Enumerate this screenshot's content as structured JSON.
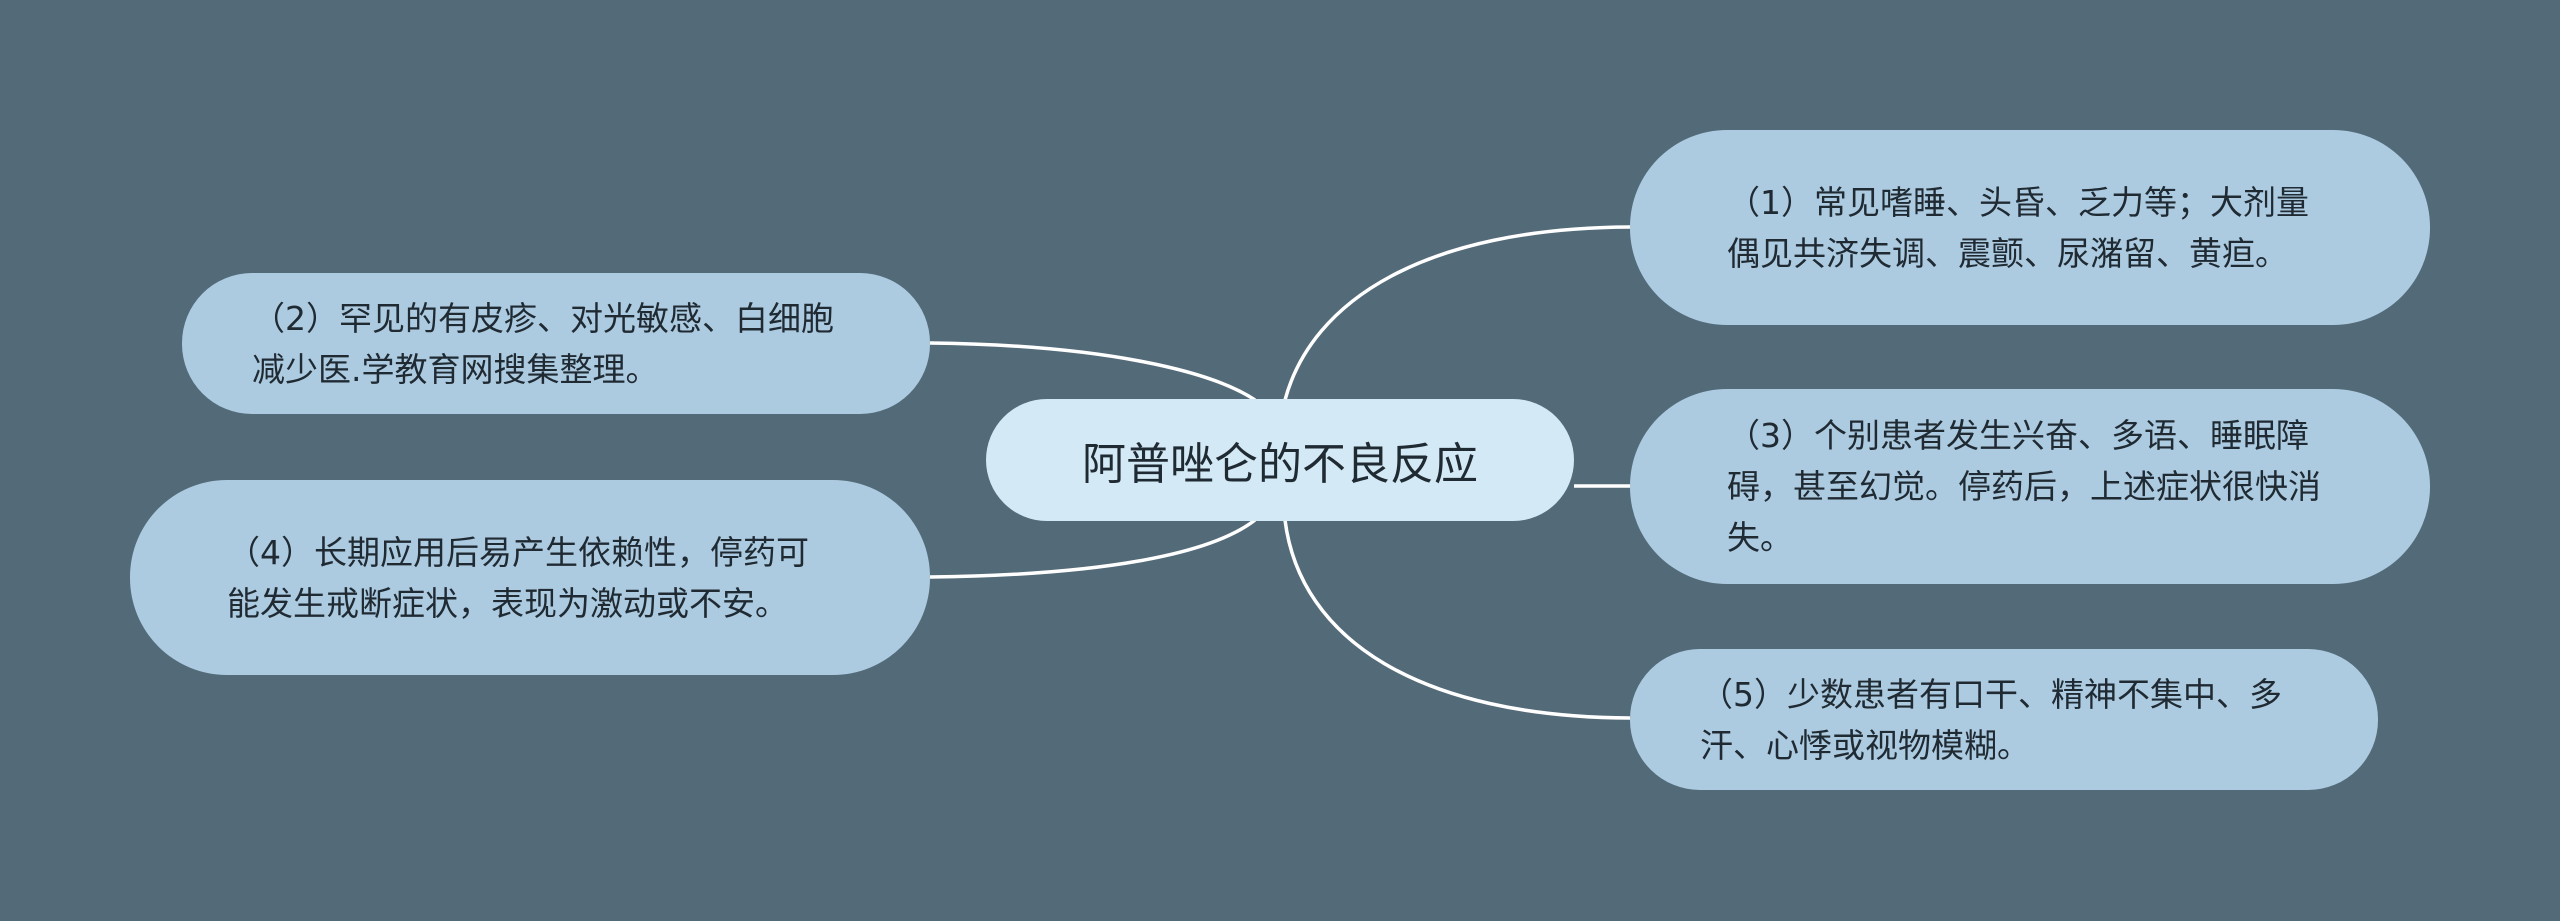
{
  "center": {
    "text": "阿普唑仑的不良反应"
  },
  "branches": [
    {
      "text": "（1）常见嗜睡、头昏、乏力等；大剂量偶见共济失调、震颤、尿潴留、黄疸。"
    },
    {
      "text": "（2）罕见的有皮疹、对光敏感、白细胞减少医.学教育网搜集整理。"
    },
    {
      "text": "（3）个别患者发生兴奋、多语、睡眠障碍，甚至幻觉。停药后，上述症状很快消失。"
    },
    {
      "text": "（4）长期应用后易产生依赖性，停药可能发生戒断症状，表现为激动或不安。"
    },
    {
      "text": "（5）少数患者有口干、精神不集中、多汗、心悸或视物模糊。"
    }
  ],
  "colors": {
    "background": "#536a79",
    "center_fill": "#d3e9f5",
    "branch_fill": "#adcbe0",
    "connector": "#ffffff"
  }
}
